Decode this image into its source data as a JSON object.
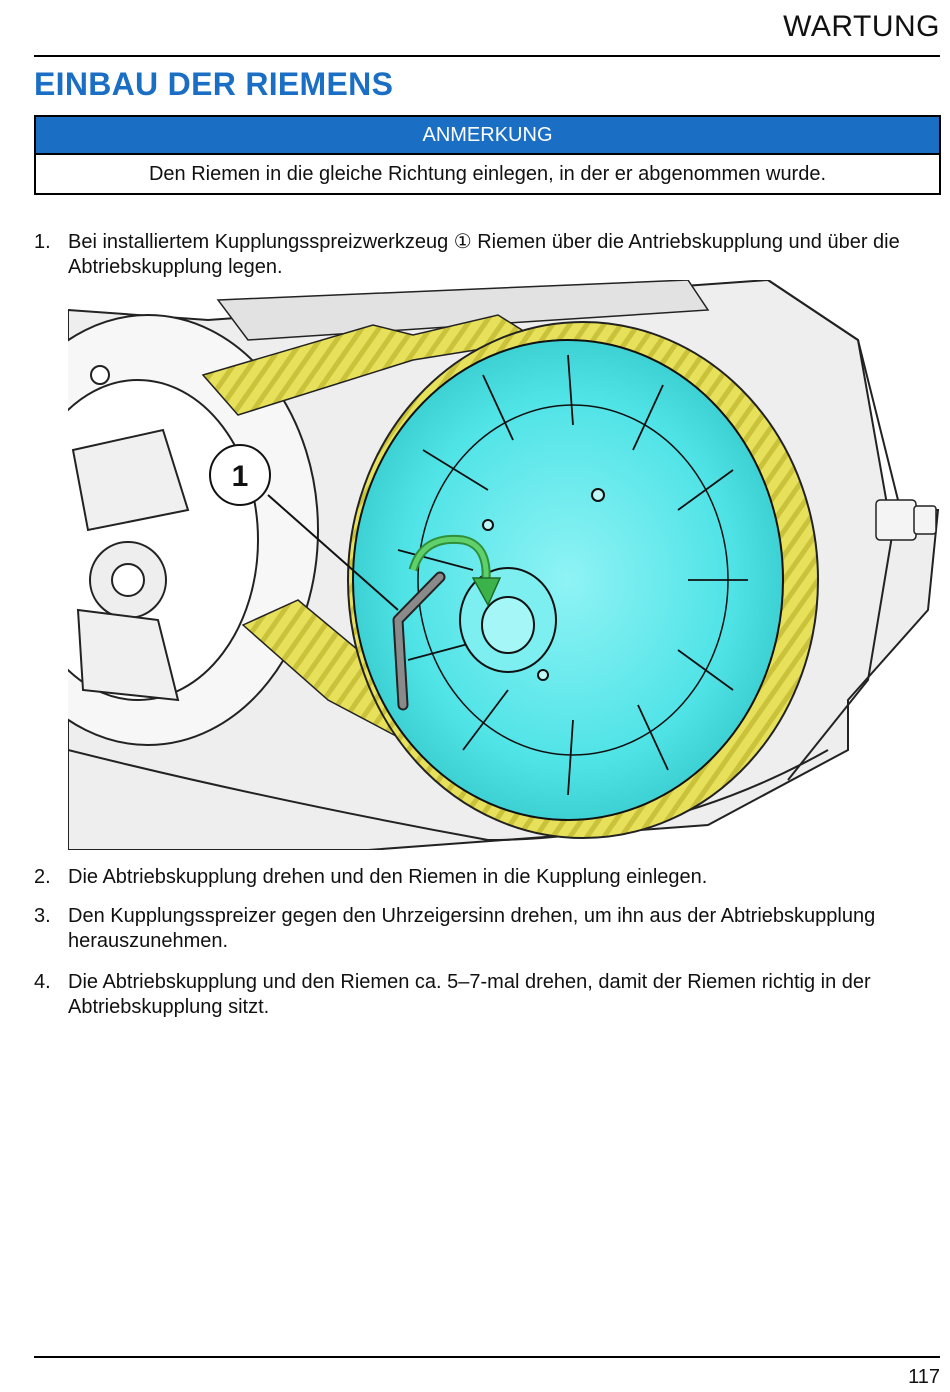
{
  "header": {
    "section": "WARTUNG"
  },
  "title": "EINBAU DER RIEMENS",
  "note": {
    "heading": "ANMERKUNG",
    "text": "Den Riemen in die gleiche Richtung einlegen, in der er abgenommen wurde."
  },
  "steps": [
    {
      "number": "1.",
      "text": "Bei installiertem Kupplungsspreizwerkzeug ① Riemen über die Antriebskupplung und über die Abtriebskupplung legen."
    },
    {
      "number": "2.",
      "text": "Die Abtriebskupplung drehen und den Riemen in die Kupplung einlegen."
    },
    {
      "number": "3.",
      "text": "Den Kupplungsspreizer gegen den Uhrzeigersinn drehen, um ihn aus der Abtriebskupplung herauszunehmen."
    },
    {
      "number": "4.",
      "text": "Die Abtriebskupplung und den Riemen ca. 5–7-mal drehen, damit der Riemen richtig in der Abtriebskupplung sitzt."
    }
  ],
  "figure": {
    "callout": "1",
    "colors": {
      "clutch": "#4fe3e6",
      "belt": "#e6e05a",
      "arrow": "#3cb34a",
      "housing": "#e8e8e8"
    }
  },
  "footer": {
    "page_number": "117"
  }
}
